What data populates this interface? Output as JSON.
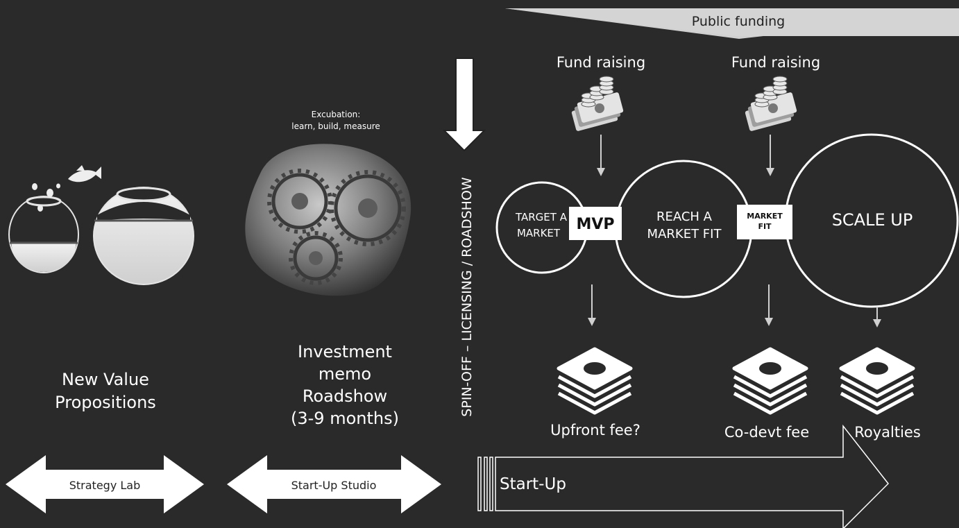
{
  "public_funding": {
    "label": "Public funding"
  },
  "fund_raising": [
    "Fund raising",
    "Fund raising"
  ],
  "excubation": {
    "line1": "Excubation:",
    "line2": "learn, build, measure"
  },
  "spinoff_label": "SPIN-OFF – LICENSING / ROADSHOW",
  "stages": {
    "target": {
      "line1": "TARGET A",
      "line2": "MARKET"
    },
    "mvp": "MVP",
    "reach": {
      "line1": "REACH A",
      "line2": "MARKET FIT"
    },
    "market_fit": {
      "line1": "MARKET",
      "line2": "FIT"
    },
    "scale": "SCALE UP"
  },
  "value_props": {
    "line1": "New Value",
    "line2": "Propositions"
  },
  "investment": {
    "line1": "Investment",
    "line2": "memo",
    "line3": "Roadshow",
    "line4": "(3-9 months)"
  },
  "fees": {
    "upfront": "Upfront fee?",
    "codevt": "Co-devt fee",
    "royalties": "Royalties"
  },
  "bottom_arrows": {
    "strategy_lab": "Strategy Lab",
    "startup_studio": "Start-Up Studio",
    "startup": "Start-Up"
  },
  "colors": {
    "background": "#2a2a2a",
    "foreground": "#ffffff",
    "funding_banner": "#d0d0d0"
  }
}
